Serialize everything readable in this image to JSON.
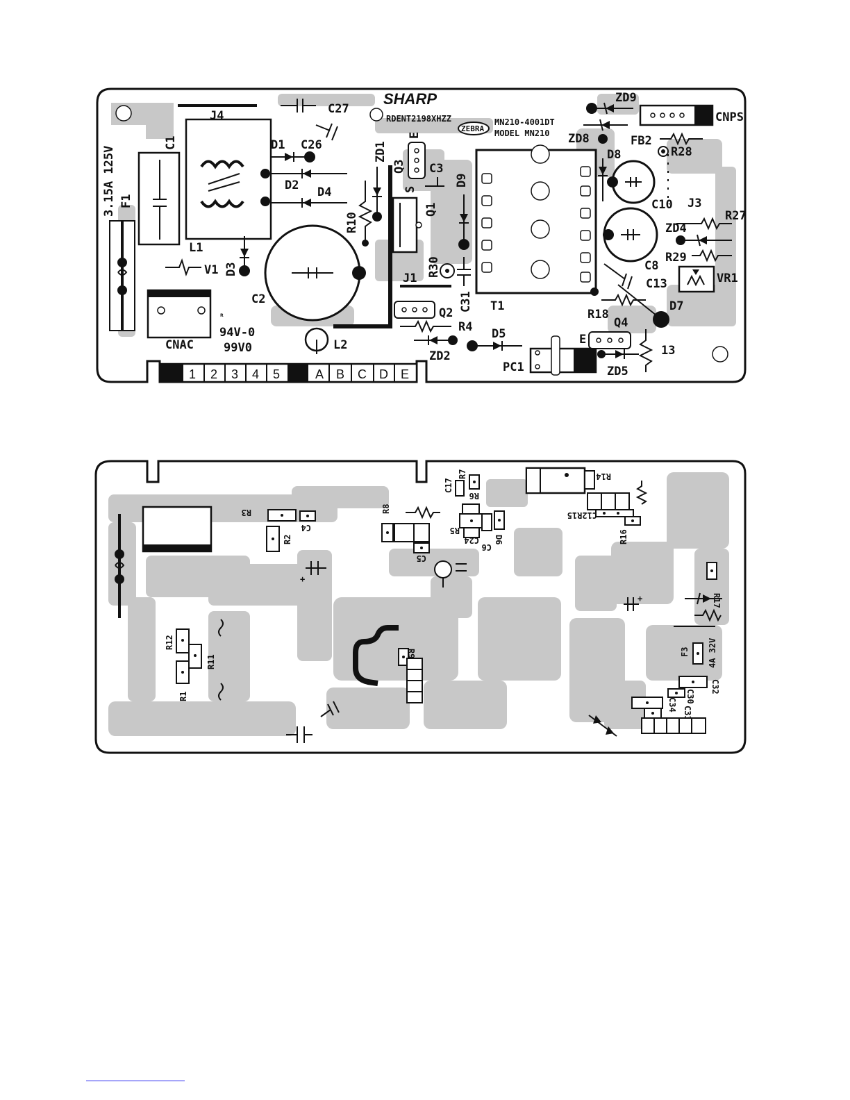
{
  "top_board": {
    "brand": "SHARP",
    "part_number": "RDENT2198XHZZ",
    "model_line1": "MN210-4001DT",
    "model_line2": "MODEL MN210",
    "vendor_logo": "ZEBRA",
    "fuse_rating": "3.15A 125V",
    "ul_rating": "94V-0",
    "ul_code": "99V0",
    "connector_pins": [
      "1",
      "2",
      "3",
      "4",
      "5",
      "A",
      "B",
      "C",
      "D",
      "E"
    ],
    "labels": {
      "J4": "J4",
      "C27": "C27",
      "C26": "C26",
      "C1": "C1",
      "D1": "D1",
      "D2": "D2",
      "D4": "D4",
      "ZD1": "ZD1",
      "Q3": "Q3",
      "E_q3": "E",
      "S_q1": "S",
      "C3": "C3",
      "Q1": "Q1",
      "D9": "D9",
      "F1": "F1",
      "L1": "L1",
      "V1": "V1",
      "D3": "D3",
      "R10": "R10",
      "C2": "C2",
      "R30": "R30",
      "J1": "J1",
      "C31": "C31",
      "Q2": "Q2",
      "R4": "R4",
      "ZD2": "ZD2",
      "L2": "L2",
      "CNAC": "CNAC",
      "D5": "D5",
      "PC1": "PC1",
      "E_q4": "E",
      "Q4": "Q4",
      "ZD5": "ZD5",
      "13": "13",
      "T1": "T1",
      "ZD9": "ZD9",
      "ZD8": "ZD8",
      "CNPS": "CNPS",
      "FB2": "FB2",
      "R28": "R28",
      "D8": "D8",
      "C10": "C10",
      "J3": "J3",
      "R27": "R27",
      "ZD4": "ZD4",
      "R29": "R29",
      "C8": "C8",
      "C13": "C13",
      "VR1": "VR1",
      "R18": "R18",
      "D7": "D7"
    }
  },
  "bottom_board": {
    "labels": {
      "R3": "R3",
      "C4": "C4",
      "R2": "R2",
      "R8": "R8",
      "C5": "C5",
      "C17": "C17",
      "R7": "R7",
      "R6": "R6",
      "R5": "R5",
      "C24": "C24",
      "C6": "C6",
      "D6": "D6",
      "R14": "R14",
      "C12R15": "C12R15",
      "R16": "R16",
      "R17": "R17",
      "R12": "R12",
      "R11": "R11",
      "R1": "R1",
      "R9": "R9",
      "F3": "F3",
      "F3_rating": "4A 32V",
      "C32": "C32",
      "C30": "C30",
      "C34": "C34",
      "C33": "C33"
    }
  }
}
